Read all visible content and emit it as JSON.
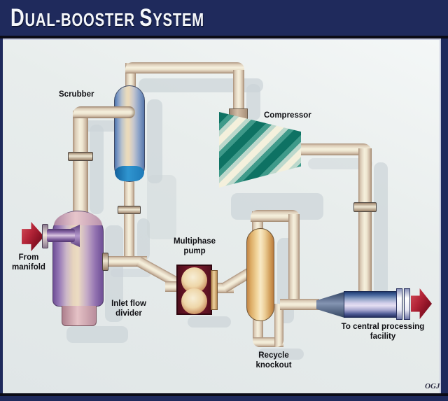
{
  "title": {
    "lead1": "D",
    "rest1": "UAL-BOOSTER ",
    "lead2": "S",
    "rest2": "YSTEM"
  },
  "labels": {
    "scrubber": "Scrubber",
    "compressor": "Compressor",
    "from_manifold": [
      "From",
      "manifold"
    ],
    "inlet_flow_divider": [
      "Inlet flow",
      "divider"
    ],
    "multiphase_pump": [
      "Multiphase",
      "pump"
    ],
    "recycle_knockout": [
      "Recycle",
      "knockout"
    ],
    "to_central_processing": [
      "To central processing",
      "facility"
    ]
  },
  "credit": "OGJ",
  "colors": {
    "frame_navy": "#1f2a5c",
    "canvas_gray": "#e7eceb",
    "shadow_gray": "#ccd4d8",
    "pipe_cream": "#f2ecd9",
    "pipe_shade": "#a98f79",
    "compressor_teal": "#0e7263",
    "compressor_cream": "#f4f0dc",
    "scrubber_blue": "#5c7fb4",
    "scrubber_cap_blue": "#2287c4",
    "divider_purple": "#8a68a8",
    "divider_pink": "#e3bfc6",
    "pump_maroon": "#6d1527",
    "pump_lobe_tan": "#eed6a8",
    "knockout_tan": "#eecb90",
    "outlet_steel_blue": "#44639a",
    "outlet_lavender": "#d9d4ec",
    "arrow_red": "#a31c30",
    "label_black": "#101014",
    "title_white": "#f5f7fa"
  }
}
